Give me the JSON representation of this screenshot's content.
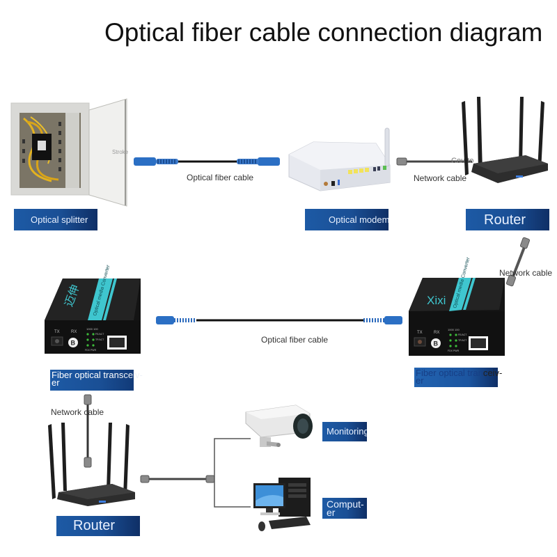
{
  "title": "Optical fiber cable connection diagram",
  "top_row": {
    "splitter": {
      "label": "Optical splitter",
      "side_text": "Stroke"
    },
    "fiber_cable_1": {
      "label": "Optical fiber cable"
    },
    "modem": {
      "label": "Optical modem"
    },
    "network_cable_1": {
      "label": "Network cable",
      "overlay_text": "Cou to"
    },
    "router_top": {
      "label": "Router"
    }
  },
  "middle_row": {
    "transceiver_left": {
      "label_line1": "Fiber optical trans",
      "label_overflow": "ceiv-",
      "label_line2": "er",
      "brand": "迈伸",
      "stripe_text": "Optical media Converter",
      "ports": {
        "tx": "TX",
        "rx": "RX",
        "speed": "1000 100",
        "led1": "FE/ACT",
        "led2": "TP/ACT",
        "bottom": "FDX PWR",
        "rx_badge": "B"
      }
    },
    "fiber_cable_2": {
      "label": "Optical fiber cable"
    },
    "transceiver_right": {
      "label_line1": "Fiber optical tran",
      "label_overflow": "ceiv-",
      "label_line2": "er",
      "brand": "Xixi",
      "stripe_text": "Optical media Converter",
      "ports": {
        "tx": "TX",
        "rx": "RX",
        "speed": "1000 100",
        "led1": "FE/ACT",
        "led2": "TP/ACT",
        "bottom": "FDX PWR",
        "rx_badge": "B"
      }
    },
    "network_cable_right": {
      "label": "Network cable"
    }
  },
  "bottom_row": {
    "network_cable_left": {
      "label": "Network cable"
    },
    "router_bottom": {
      "label": "Router"
    },
    "monitoring": {
      "label": "Monitoring"
    },
    "computer": {
      "label_line1": "Comput-",
      "label_line2": "er"
    }
  },
  "colors": {
    "label_box": "#1a4f95",
    "connector_blue": "#2b6fc4",
    "device_black": "#1b1b1b",
    "stripe_teal": "#3fc6cf"
  }
}
